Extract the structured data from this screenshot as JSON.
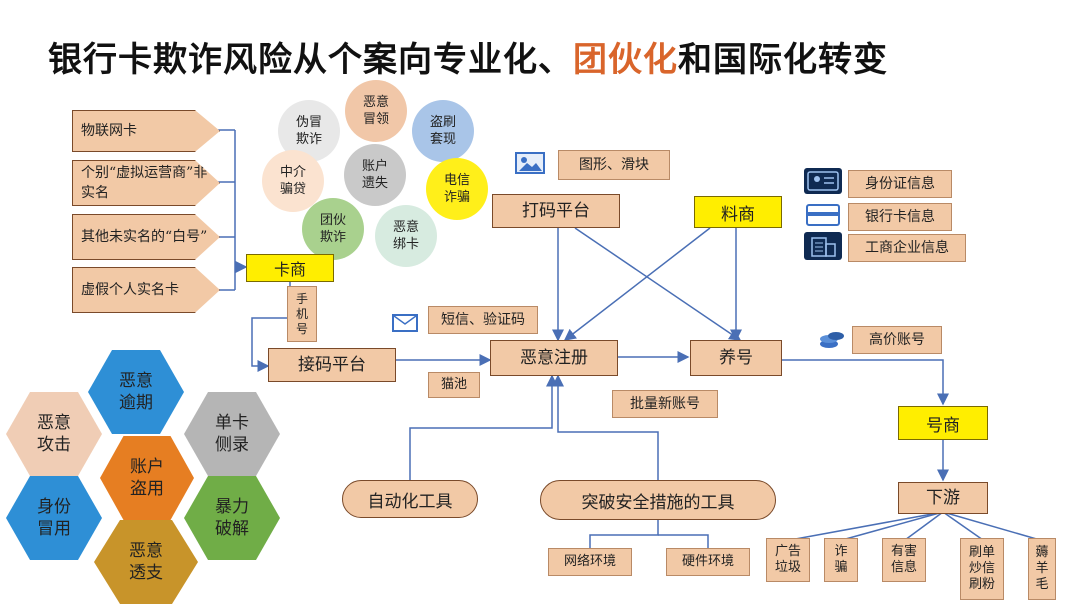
{
  "title": {
    "part1": "银行卡欺诈风险从个案向专业化、",
    "highlight": "团伙化",
    "part2": "和国际化转变",
    "highlight_color": "#d9652b"
  },
  "left_sources": [
    "物联网卡",
    "个别“虚拟运营商”非实名",
    "其他未实名的“白号”",
    "虚假个人实名卡"
  ],
  "circles": {
    "fake_apply": "伪冒\n欺诈",
    "malicious_claim": "恶意\n冒领",
    "theft_cash": "盗刷\n套现",
    "agent_loan": "中介\n骗贷",
    "account_lost": "账户\n遗失",
    "telecom_fraud": "电信\n诈骗",
    "gang_fraud": "团伙\n欺诈",
    "malicious_bind": "恶意\n绑卡"
  },
  "nodes": {
    "card_dealer": "卡商",
    "phone_no": "手\n机\n号",
    "sms_platform": "接码平台",
    "cat_pool": "猫池",
    "captcha_platform": "打码平台",
    "graphic_slider": "图形、滑块",
    "material_dealer": "料商",
    "sms_code": "短信、验证码",
    "malicious_register": "恶意注册",
    "batch_accounts": "批量新账号",
    "raise_account": "养号",
    "high_value_account": "高价账号",
    "account_dealer": "号商",
    "downstream": "下游",
    "automation_tools": "自动化工具",
    "bypass_tools": "突破安全措施的工具",
    "network_env": "网络环境",
    "hardware_env": "硬件环境"
  },
  "info": [
    "身份证信息",
    "银行卡信息",
    "工商企业信息"
  ],
  "downstream_items": [
    "广告\n垃圾",
    "诈\n骗",
    "有害\n信息",
    "刷单\n炒信\n刷粉",
    "薅\n羊\n毛"
  ],
  "hexagons": {
    "malicious_attack": "恶意\n攻击",
    "malicious_overdue": "恶意\n逾期",
    "single_card_record": "单卡\n侧录",
    "account_theft": "账户\n盗用",
    "brute_force": "暴力\n破解",
    "identity_fraud": "身份\n冒用",
    "malicious_overdraft": "恶意\n透支"
  },
  "colors": {
    "box_fill": "#f2c9a6",
    "box_border": "#7a4a2a",
    "yellow": "#ffee00",
    "line_blue": "#4a6fb5",
    "hex_blue": "#2e8fd6",
    "hex_orange": "#e67e22",
    "hex_gray": "#b5b5b5",
    "hex_peach": "#f0cdb5",
    "hex_green": "#70ad47",
    "hex_gold": "#c8942a"
  }
}
